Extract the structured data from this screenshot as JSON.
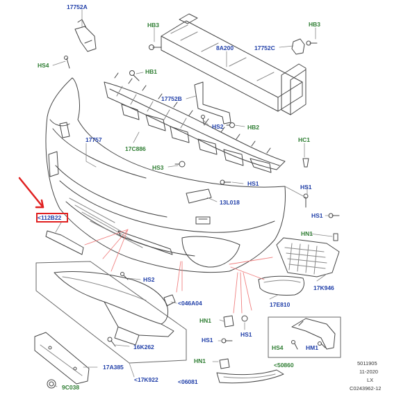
{
  "diagram": {
    "colors": {
      "part_label": "#1f3ea8",
      "fastener_label": "#2e7d32",
      "highlight": "#e02020",
      "leader": "#888888",
      "red_leader": "#f08080",
      "part_stroke": "#444444"
    },
    "labels": {
      "l17752a": "17752A",
      "hs4_top": "HS4",
      "hb3_left": "HB3",
      "hb3_right": "HB3",
      "l8a200": "8A200",
      "l17752c": "17752C",
      "hb1": "HB1",
      "l17752b": "17752B",
      "hs2_mid": "HS2",
      "hb2": "HB2",
      "l17757": "17757",
      "l17c886": "17C886",
      "hc1": "HC1",
      "hs3": "HS3",
      "hs1_center": "HS1",
      "hs1_right": "HS1",
      "l13l018": "13L018",
      "l112b22": "<112B22",
      "hs1_right2": "HS1",
      "hn1_right": "HN1",
      "hs2_lower": "HS2",
      "l17k946": "17K946",
      "l046a04": "<046A04",
      "l17e810": "17E810",
      "hn1_mid": "HN1",
      "hs1_mid": "HS1",
      "hs1_low": "HS1",
      "l16k262": "16K262",
      "hs4_bottom": "HS4",
      "hm1": "HM1",
      "l17a385": "17A385",
      "l17k922": "<17K922",
      "hn1_low": "HN1",
      "l50860": "<50860",
      "l06081": "<06081",
      "l9c038": "9C038"
    },
    "notes": [
      "5011905",
      "11-2020",
      "LX",
      "C0243962-12"
    ]
  }
}
